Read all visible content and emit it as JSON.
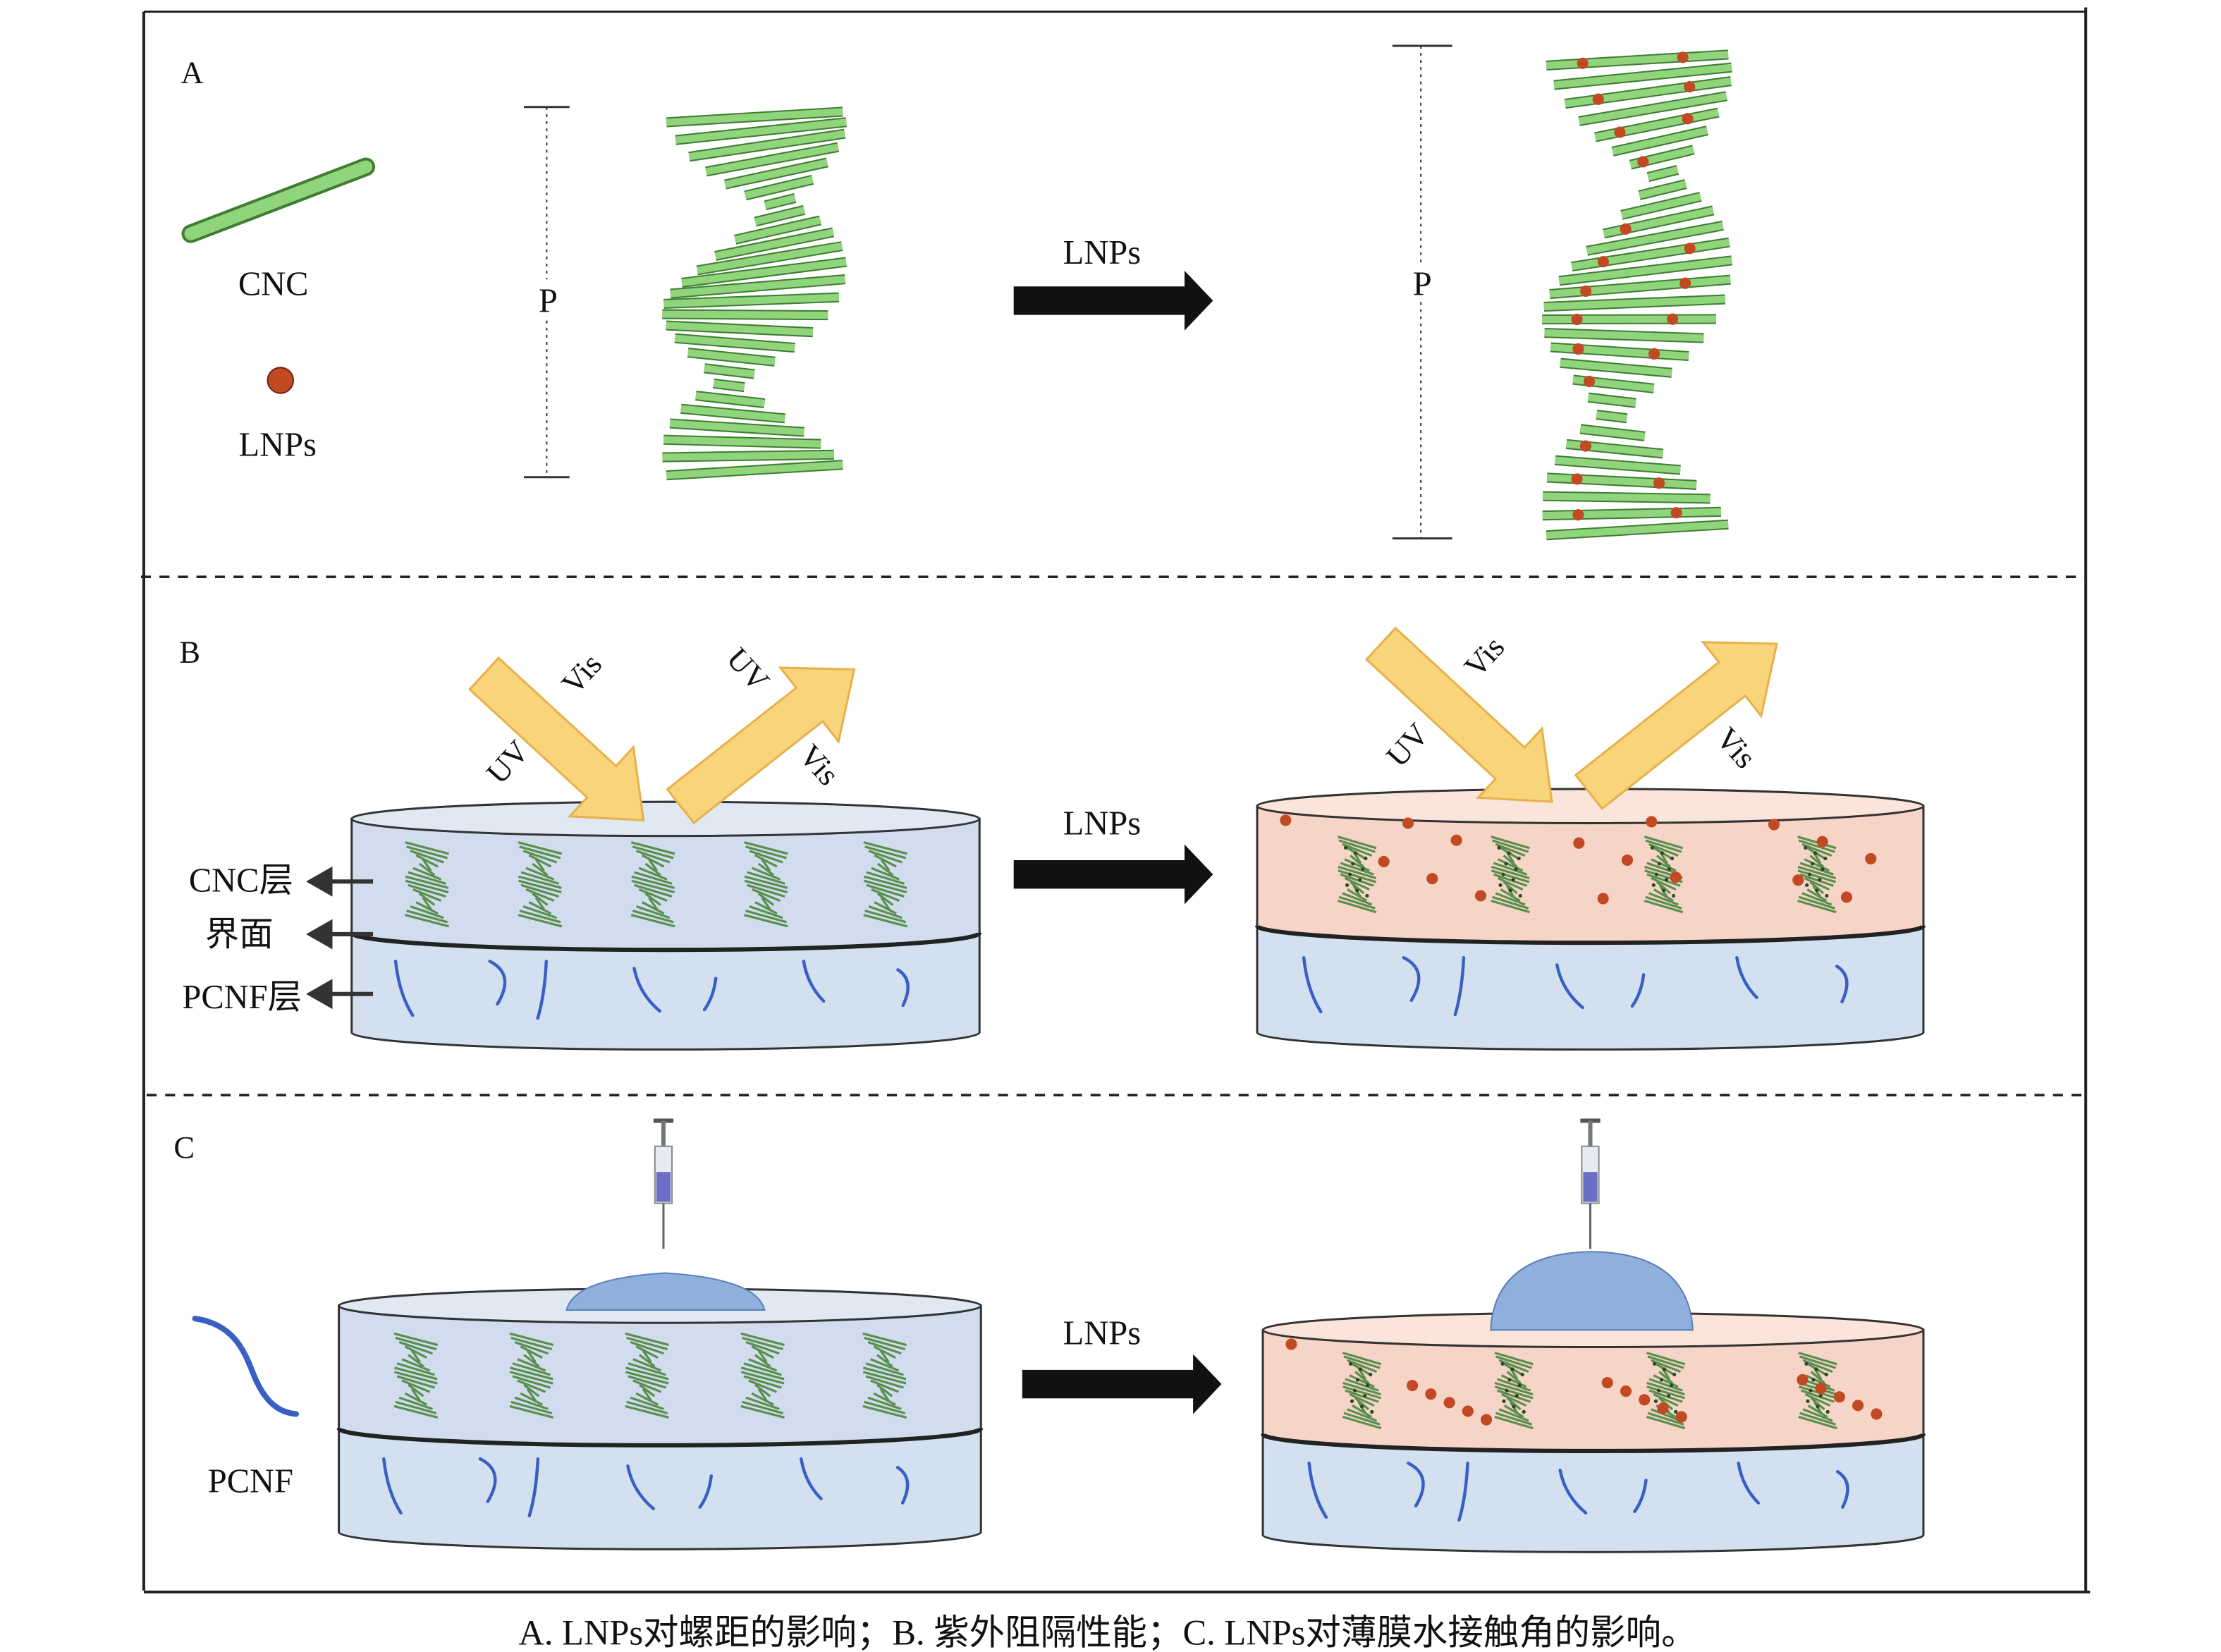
{
  "panel_a": {
    "letter": "A",
    "cnc_label": "CNC",
    "lnps_label": "LNPs",
    "pitch_left": "P",
    "arrow_label": "LNPs",
    "pitch_right": "P"
  },
  "panel_b": {
    "letter": "B",
    "left_uv_in": "UV",
    "left_vis_in": "Vis",
    "left_uv_out": "UV",
    "left_vis_out": "Vis",
    "layer_cnc": "CNC层",
    "layer_interface": "界面",
    "layer_pcnf": "PCNF层",
    "arrow_label": "LNPs",
    "right_uv_in": "UV",
    "right_vis_in": "Vis",
    "right_vis_out": "Vis"
  },
  "panel_c": {
    "letter": "C",
    "pcnf_label": "PCNF",
    "arrow_label": "LNPs"
  },
  "caption": "A. LNPs对螺距的影响；B. 紫外阻隔性能；C. LNPs对薄膜水接触角的影响。",
  "colors": {
    "rod": "#90d47c",
    "rod_edge": "#3f7d33",
    "particle": "#c24a22",
    "cnc_layer": "#d1ddef",
    "lnp_layer": "#f6d5c8",
    "pcnf_layer": "#d3e0ef",
    "light": "#f8d57a",
    "fiber": "#3a5fc4",
    "droplet": "#8fb0dd"
  }
}
